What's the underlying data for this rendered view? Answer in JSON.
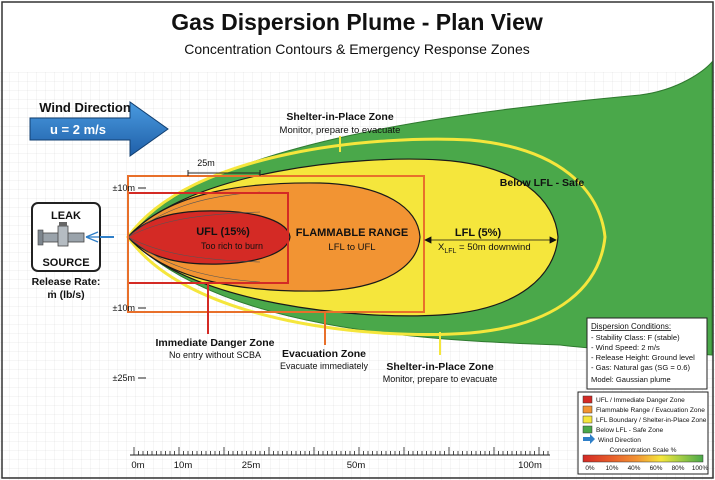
{
  "header": {
    "title": "Gas Dispersion Plume - Plan View",
    "subtitle": "Concentration Contours & Emergency Response Zones"
  },
  "wind": {
    "label": "Wind Direction",
    "speed": "u = 2 m/s"
  },
  "source": {
    "line1": "LEAK",
    "line2": "SOURCE",
    "release_label": "Release Rate:",
    "release_rate": "ṁ (lb/s)"
  },
  "zones": {
    "ufl_title": "UFL (15%)",
    "ufl_desc": "Too rich to burn",
    "flammable_title": "FLAMMABLE RANGE",
    "flammable_desc": "LFL to UFL",
    "lfl_title": "LFL (5%)",
    "lfl_desc_x": "X",
    "lfl_desc_sub": "LFL",
    "lfl_desc_rest": " = 50m downwind",
    "below_lfl": "Below LFL - Safe"
  },
  "callouts": {
    "shelter_top_title": "Shelter-in-Place Zone",
    "shelter_top_desc": "Monitor, prepare to evacuate",
    "danger_title": "Immediate Danger Zone",
    "danger_desc": "No entry without SCBA",
    "evac_title": "Evacuation Zone",
    "evac_desc": "Evacuate immediately",
    "shelter_bottom_title": "Shelter-in-Place Zone",
    "shelter_bottom_desc": "Monitor, prepare to evacuate"
  },
  "axes": {
    "y_labels": [
      "±10m",
      "±10m",
      "±25m"
    ],
    "x_top_label": "25m",
    "x_labels": [
      "0m",
      "10m",
      "25m",
      "50m",
      "100m"
    ]
  },
  "conditions": {
    "title": "Dispersion Conditions:",
    "lines": [
      "- Stability Class: F (stable)",
      "- Wind Speed: 2 m/s",
      "- Release Height: Ground level",
      "- Gas: Natural gas (SG = 0.6)",
      "Model: Gaussian plume"
    ]
  },
  "legend": {
    "items": [
      {
        "label": "UFL / Immediate Danger Zone",
        "color": "#d42a25"
      },
      {
        "label": "Flammable Range / Evacuation Zone",
        "color": "#f29433"
      },
      {
        "label": "LFL Boundary / Shelter-in-Place Zone",
        "color": "#f5e63c"
      },
      {
        "label": "Below LFL - Safe Zone",
        "color": "#4aa84a"
      }
    ],
    "wind_item": "Wind Direction",
    "scale_title": "Concentration Scale %",
    "scale_labels": [
      "0%",
      "10%",
      "40%",
      "60%",
      "80%",
      "100%"
    ]
  },
  "colors": {
    "red": "#d42a25",
    "orange": "#f29433",
    "yellow": "#f5e63c",
    "green": "#4aa84a",
    "wind_blue": "#2f7fc8"
  }
}
